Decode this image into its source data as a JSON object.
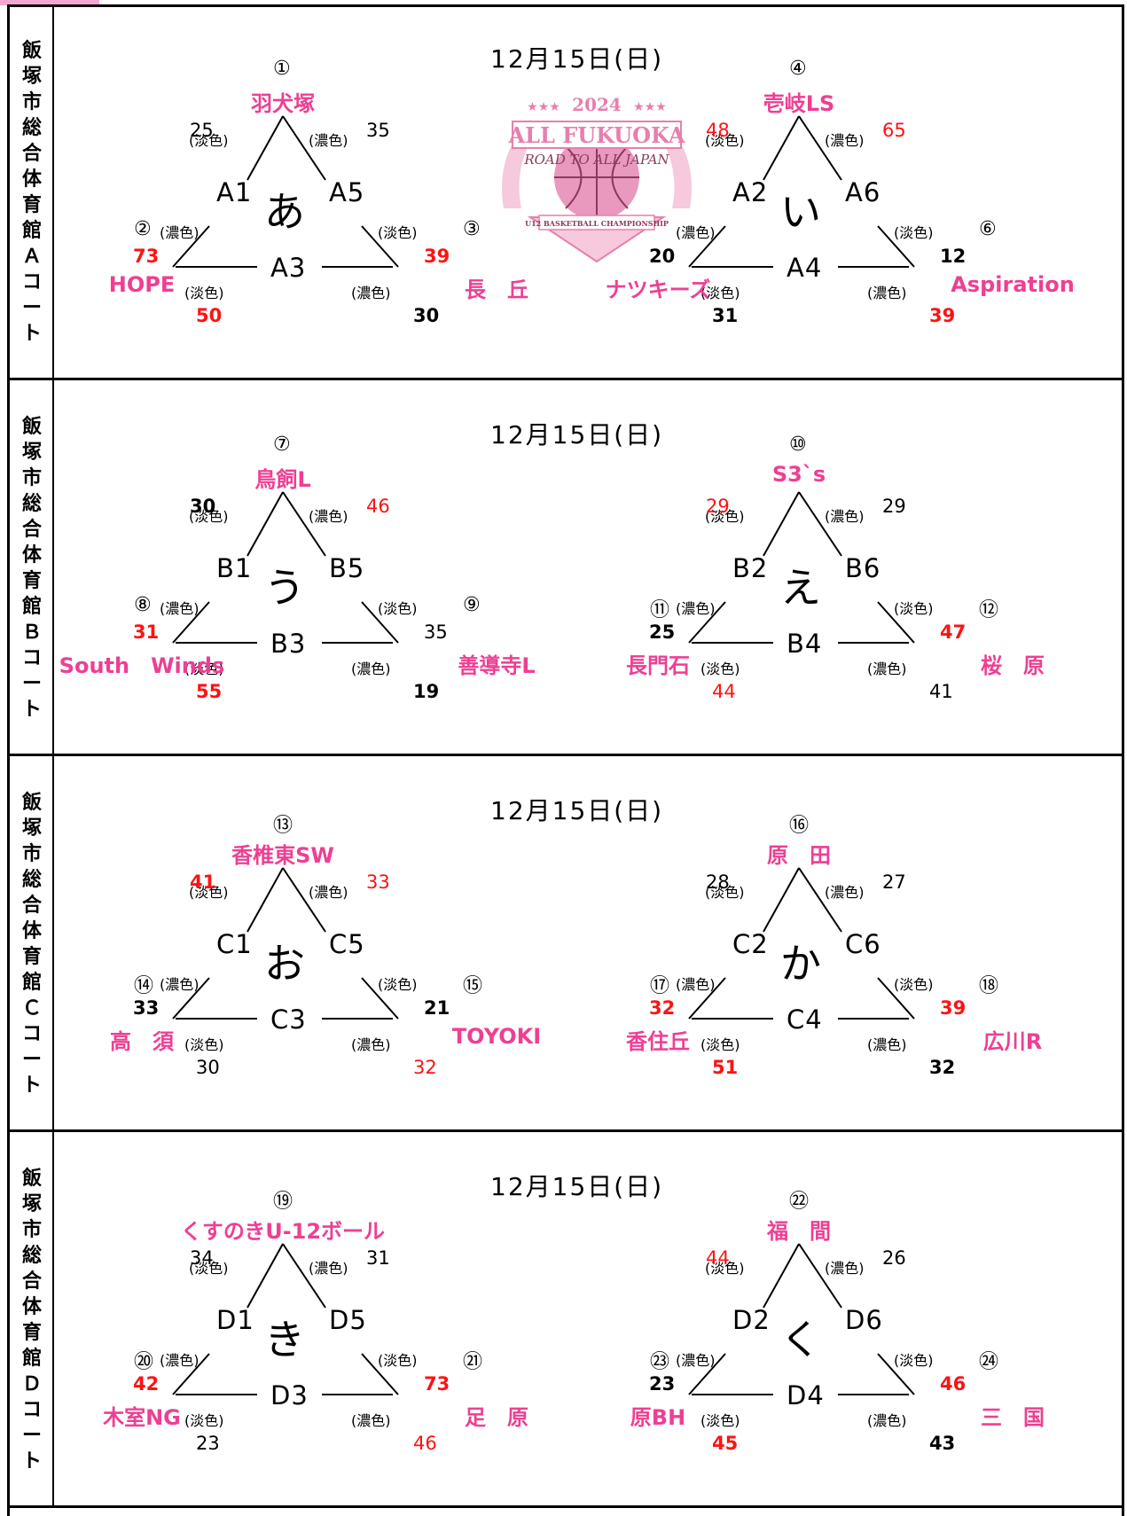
{
  "date": "12月15日(日)",
  "sides": {
    "light": "(淡色)",
    "dark": "(濃色)"
  },
  "logo": {
    "year": "2024",
    "line1": "ALL FUKUOKA",
    "line2": "ROAD TO ALL JAPAN",
    "line3": "U12 BASKETBALL CHAMPIONSHIP",
    "stars": "★★★",
    "colors": {
      "primary": "#e77fae",
      "light": "#f6c9dc"
    }
  },
  "sections": [
    {
      "court": "飯塚市総合体育館Ａコート",
      "groups": [
        {
          "kana": "あ",
          "top": {
            "no": "①",
            "team": "羽犬塚"
          },
          "codes": {
            "left": "A1",
            "right": "A5",
            "bottom": "A3"
          },
          "scores": {
            "topLeft": "25",
            "topRight": "35",
            "leftUpper": "73",
            "rightUpper": "39",
            "bottomLeft": "50",
            "bottomRight": "30"
          },
          "left": {
            "no": "②",
            "team": "HOPE"
          },
          "right": {
            "no": "③",
            "team": "長　丘"
          }
        },
        {
          "kana": "い",
          "top": {
            "no": "④",
            "team": "壱岐LS"
          },
          "codes": {
            "left": "A2",
            "right": "A6",
            "bottom": "A4"
          },
          "scores": {
            "topLeft": "48",
            "topRight": "65",
            "leftUpper": "20",
            "rightUpper": "12",
            "bottomLeft": "31",
            "bottomRight": "39"
          },
          "left": {
            "no": "",
            "team": "ナツキーズ"
          },
          "right": {
            "no": "⑥",
            "team": "Aspiration"
          }
        }
      ]
    },
    {
      "court": "飯塚市総合体育館Ｂコート",
      "groups": [
        {
          "kana": "う",
          "top": {
            "no": "⑦",
            "team": "鳥飼L"
          },
          "codes": {
            "left": "B1",
            "right": "B5",
            "bottom": "B3"
          },
          "scores": {
            "topLeft": "30",
            "topRight": "46",
            "leftUpper": "31",
            "rightUpper": "35",
            "bottomLeft": "55",
            "bottomRight": "19"
          },
          "left": {
            "no": "⑧",
            "team": "South　Winds"
          },
          "right": {
            "no": "⑨",
            "team": "善導寺L"
          }
        },
        {
          "kana": "え",
          "top": {
            "no": "⑩",
            "team": "S3`s"
          },
          "codes": {
            "left": "B2",
            "right": "B6",
            "bottom": "B4"
          },
          "scores": {
            "topLeft": "29",
            "topRight": "29",
            "leftUpper": "25",
            "rightUpper": "47",
            "bottomLeft": "44",
            "bottomRight": "41"
          },
          "left": {
            "no": "⑪",
            "team": "長門石"
          },
          "right": {
            "no": "⑫",
            "team": "桜　原"
          }
        }
      ]
    },
    {
      "court": "飯塚市総合体育館Ｃコート",
      "groups": [
        {
          "kana": "お",
          "top": {
            "no": "⑬",
            "team": "香椎東SW"
          },
          "codes": {
            "left": "C1",
            "right": "C5",
            "bottom": "C3"
          },
          "scores": {
            "topLeft": "41",
            "topRight": "33",
            "leftUpper": "33",
            "rightUpper": "21",
            "bottomLeft": "30",
            "bottomRight": "32"
          },
          "left": {
            "no": "⑭",
            "team": "高　須"
          },
          "right": {
            "no": "⑮",
            "team": "TOYOKI"
          }
        },
        {
          "kana": "か",
          "top": {
            "no": "⑯",
            "team": "原　田"
          },
          "codes": {
            "left": "C2",
            "right": "C6",
            "bottom": "C4"
          },
          "scores": {
            "topLeft": "28",
            "topRight": "27",
            "leftUpper": "32",
            "rightUpper": "39",
            "bottomLeft": "51",
            "bottomRight": "32"
          },
          "left": {
            "no": "⑰",
            "team": "香住丘"
          },
          "right": {
            "no": "⑱",
            "team": "広川R"
          }
        }
      ]
    },
    {
      "court": "飯塚市総合体育館Ｄコート",
      "groups": [
        {
          "kana": "き",
          "top": {
            "no": "⑲",
            "team": "くすのきU-12ボール"
          },
          "codes": {
            "left": "D1",
            "right": "D5",
            "bottom": "D3"
          },
          "scores": {
            "topLeft": "34",
            "topRight": "31",
            "leftUpper": "42",
            "rightUpper": "73",
            "bottomLeft": "23",
            "bottomRight": "46"
          },
          "left": {
            "no": "⑳",
            "team": "木室NG"
          },
          "right": {
            "no": "㉑",
            "team": "足　原"
          }
        },
        {
          "kana": "く",
          "top": {
            "no": "㉒",
            "team": "福　間"
          },
          "codes": {
            "left": "D2",
            "right": "D6",
            "bottom": "D4"
          },
          "scores": {
            "topLeft": "44",
            "topRight": "26",
            "leftUpper": "23",
            "rightUpper": "46",
            "bottomLeft": "45",
            "bottomRight": "43"
          },
          "left": {
            "no": "㉓",
            "team": "原BH"
          },
          "right": {
            "no": "㉔",
            "team": "三　国"
          }
        }
      ]
    }
  ]
}
